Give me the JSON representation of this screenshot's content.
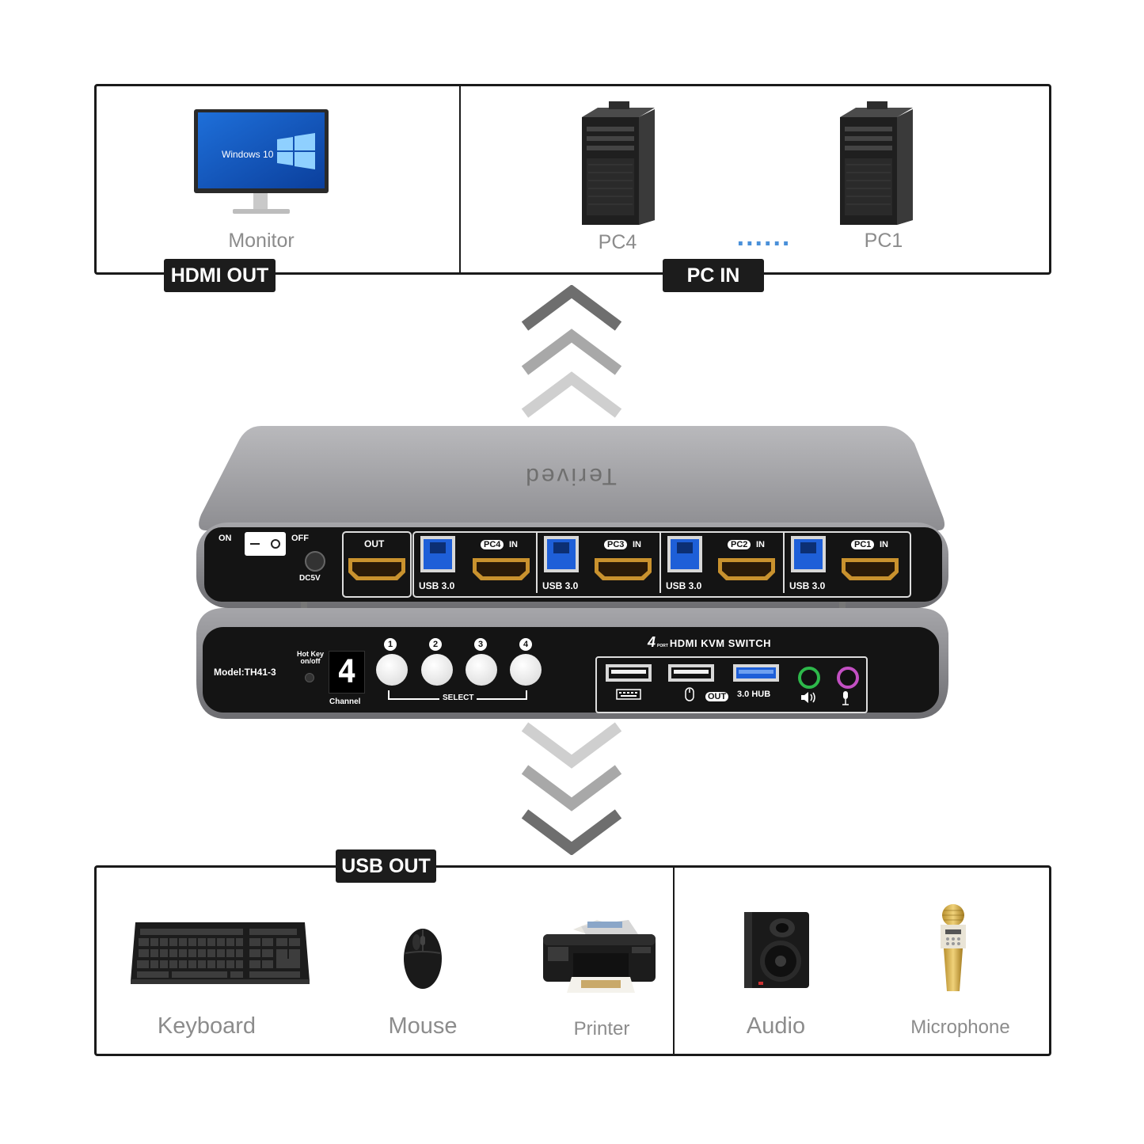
{
  "top_panel": {
    "output_section": {
      "tag": "HDMI OUT",
      "monitor_label": "Monitor",
      "monitor_screen_text": "Windows 10"
    },
    "input_section": {
      "tag": "PC IN",
      "pc_left_label": "PC4",
      "pc_right_label": "PC1",
      "dots": "......"
    }
  },
  "device": {
    "brand": "Terived",
    "rear": {
      "on_label": "ON",
      "off_label": "OFF",
      "power_label": "DC5V",
      "hdmi_out_label": "OUT",
      "ports": [
        {
          "pc_badge": "PC4",
          "in_label": "IN",
          "usb_label": "USB 3.0"
        },
        {
          "pc_badge": "PC3",
          "in_label": "IN",
          "usb_label": "USB 3.0"
        },
        {
          "pc_badge": "PC2",
          "in_label": "IN",
          "usb_label": "USB 3.0"
        },
        {
          "pc_badge": "PC1",
          "in_label": "IN",
          "usb_label": "USB 3.0"
        }
      ]
    },
    "front": {
      "model": "Model:TH41-3",
      "hotkey_label_1": "Hot Key",
      "hotkey_label_2": "on/off",
      "channel_display": "4",
      "channel_label": "Channel",
      "select_buttons": [
        "1",
        "2",
        "3",
        "4"
      ],
      "select_label": "SELECT",
      "product_number": "4",
      "product_port_label": "PORT",
      "product_name": "HDMI KVM SWITCH",
      "out_badge": "OUT",
      "hub_label": "3.0 HUB"
    }
  },
  "bottom_panel": {
    "tag": "USB OUT",
    "items": {
      "keyboard": "Keyboard",
      "mouse": "Mouse",
      "printer": "Printer",
      "audio": "Audio",
      "microphone": "Microphone"
    }
  },
  "colors": {
    "frame": "#1a1a1a",
    "tag_bg": "#1c1c1c",
    "label_gray": "#8c8c8c",
    "dots_blue": "#4a90d9",
    "usb_blue": "#1e5fd8",
    "hdmi_gold": "#c9922e",
    "jack_green": "#2db84a",
    "jack_pink": "#c24fc2"
  }
}
